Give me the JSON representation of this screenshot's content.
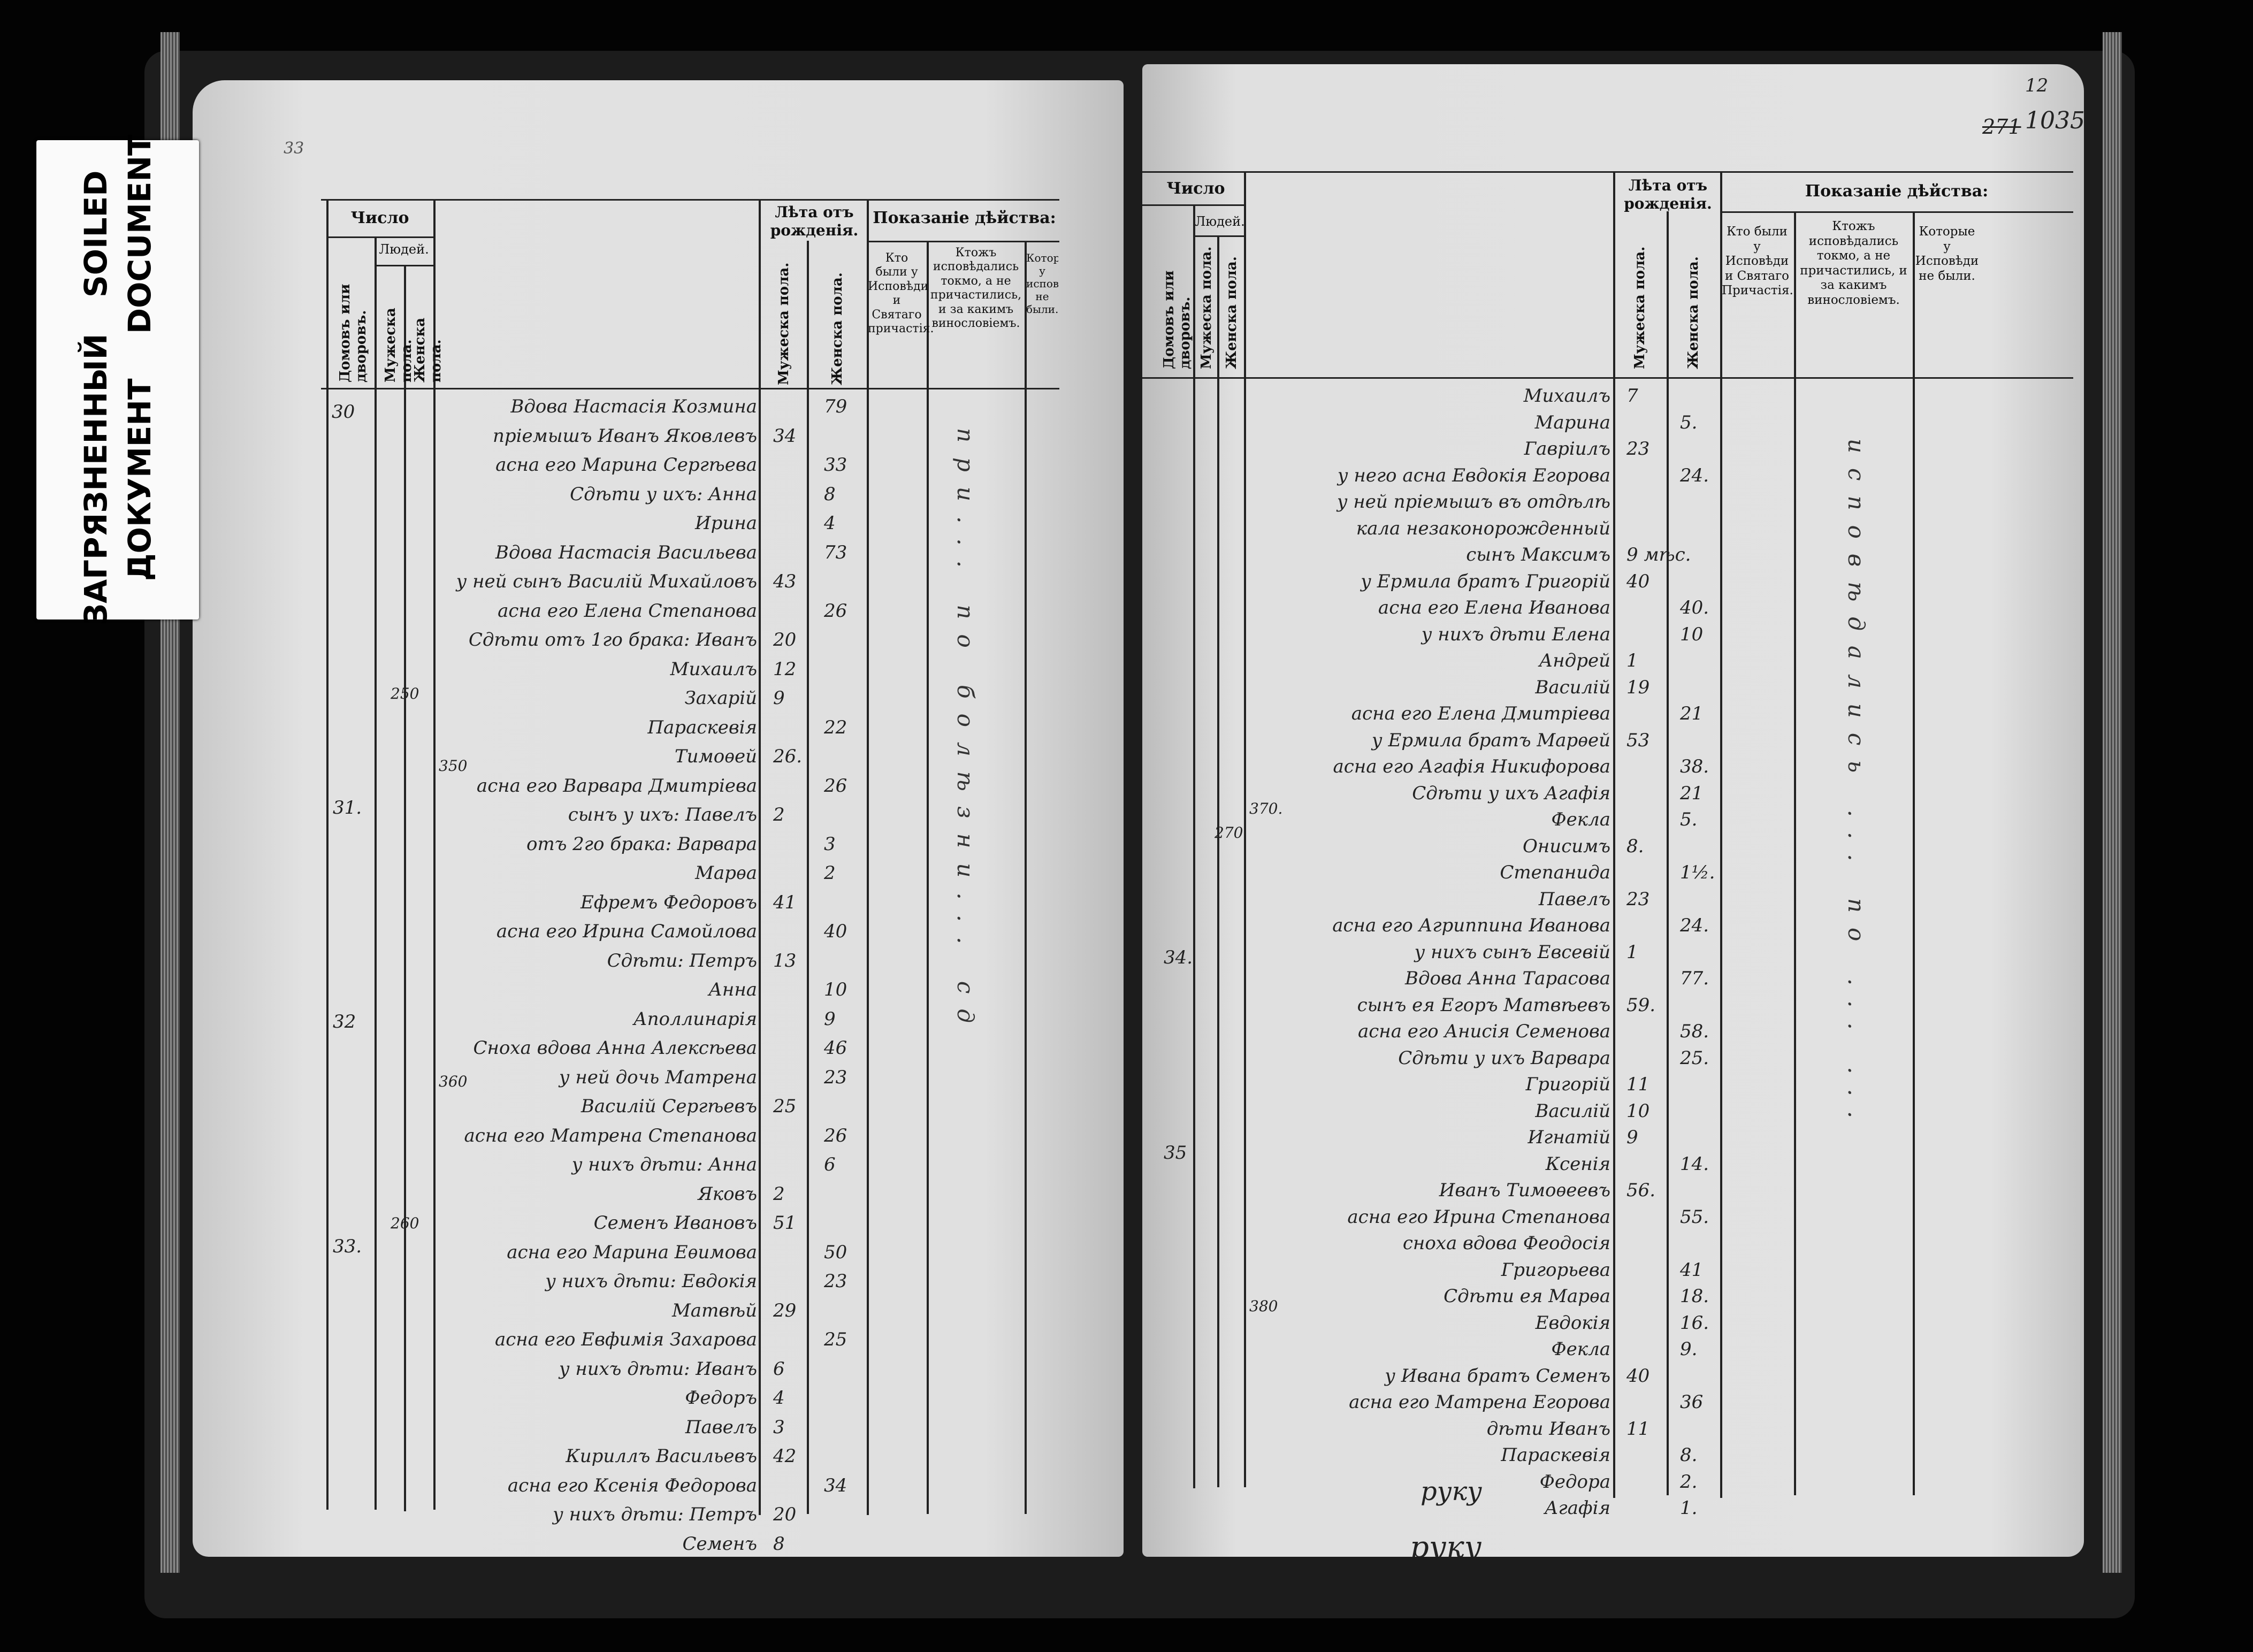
{
  "stamp": {
    "line1": "ЗАГРЯЗНЕННЫЙ ДОКУМЕНТ",
    "line2": "SOILED DOCUMENT"
  },
  "left_page": {
    "corner_mark": "33",
    "hdr_chislo": "Число",
    "hdr_lyudey": "Людей.",
    "hdr_domov": "Домовъ или дворовъ.",
    "hdr_muzh": "Мужеска пола.",
    "hdr_zhen": "Женска пола.",
    "hdr_leta": "Лѣта отъ рожденія.",
    "hdr_pokazanie": "Показаніе дѣйства:",
    "hdr_kto_byli": "Кто были у Исповѣди и Святаго причастія.",
    "hdr_ktozh": "Ктожъ исповѣдались токмо, а не причастились, и за какимъ виносл­овіемъ.",
    "hdr_kotorye": "Которые у исповѣди не были.",
    "side_marks": [
      "30",
      "250",
      "350",
      "31.",
      "32",
      "360",
      "33.",
      "260"
    ],
    "vertical_note": "при... по болѣзни... сд",
    "rows": [
      {
        "name": "Вдова Настасія Козмина",
        "m": "",
        "f": "79"
      },
      {
        "name": "пріемышъ Иванъ Яковлевъ",
        "m": "34",
        "f": ""
      },
      {
        "name": "асна его Марина Сергѣева",
        "m": "",
        "f": "33"
      },
      {
        "name": "Сдѣти у ихъ: Анна",
        "m": "",
        "f": "8"
      },
      {
        "name": "Ирина",
        "m": "",
        "f": "4"
      },
      {
        "name": "Вдова Настасія Васильева",
        "m": "",
        "f": "73"
      },
      {
        "name": "у ней сынъ Василій Михайловъ",
        "m": "43",
        "f": ""
      },
      {
        "name": "асна его Елена Степанова",
        "m": "",
        "f": "26"
      },
      {
        "name": "Сдѣти отъ 1го брака: Иванъ",
        "m": "20",
        "f": ""
      },
      {
        "name": "Михаилъ",
        "m": "12",
        "f": ""
      },
      {
        "name": "Захарій",
        "m": "9",
        "f": ""
      },
      {
        "name": "Параскевія",
        "m": "",
        "f": "22"
      },
      {
        "name": "Тимоѳей",
        "m": "26.",
        "f": ""
      },
      {
        "name": "асна его Варвара Дмитріева",
        "m": "",
        "f": "26"
      },
      {
        "name": "сынъ у ихъ: Павелъ",
        "m": "2",
        "f": ""
      },
      {
        "name": "отъ 2го брака: Варвара",
        "m": "",
        "f": "3"
      },
      {
        "name": "Марѳа",
        "m": "",
        "f": "2"
      },
      {
        "name": "Ефремъ Федоровъ",
        "m": "41",
        "f": ""
      },
      {
        "name": "асна его Ирина Самойлова",
        "m": "",
        "f": "40"
      },
      {
        "name": "Сдѣти: Петръ",
        "m": "13",
        "f": ""
      },
      {
        "name": "Анна",
        "m": "",
        "f": "10"
      },
      {
        "name": "Аполлинарія",
        "m": "",
        "f": "9"
      },
      {
        "name": "Сноха вдова Анна Алексѣева",
        "m": "",
        "f": "46"
      },
      {
        "name": "у ней дочь Матрена",
        "m": "",
        "f": "23"
      },
      {
        "name": "Василій Сергѣевъ",
        "m": "25",
        "f": ""
      },
      {
        "name": "асна его Матрена Степанова",
        "m": "",
        "f": "26"
      },
      {
        "name": "у нихъ дѣти: Анна",
        "m": "",
        "f": "6"
      },
      {
        "name": "Яковъ",
        "m": "2",
        "f": ""
      },
      {
        "name": "Семенъ Ивановъ",
        "m": "51",
        "f": ""
      },
      {
        "name": "асна его Марина Еѳимова",
        "m": "",
        "f": "50"
      },
      {
        "name": "у нихъ дѣти: Евдокія",
        "m": "",
        "f": "23"
      },
      {
        "name": "Матвѣй",
        "m": "29",
        "f": ""
      },
      {
        "name": "асна его Евфимія Захарова",
        "m": "",
        "f": "25"
      },
      {
        "name": "у нихъ дѣти: Иванъ",
        "m": "6",
        "f": ""
      },
      {
        "name": "Федоръ",
        "m": "4",
        "f": ""
      },
      {
        "name": "Павелъ",
        "m": "3",
        "f": ""
      },
      {
        "name": "Кириллъ Васильевъ",
        "m": "42",
        "f": ""
      },
      {
        "name": "асна его Ксенія Федорова",
        "m": "",
        "f": "34"
      },
      {
        "name": "у нихъ дѣти: Петръ",
        "m": "20",
        "f": ""
      },
      {
        "name": "Семенъ",
        "m": "8",
        "f": ""
      }
    ]
  },
  "right_page": {
    "page_number": "1035",
    "folio_old": "12",
    "folio_struck": "271",
    "hdr_chislo": "Число",
    "hdr_lyudey": "Людей.",
    "hdr_domov": "Домовъ или дворовъ.",
    "hdr_muzh": "Мужеска пола.",
    "hdr_zhen": "Женска пола.",
    "hdr_leta": "Лѣта отъ рожденія.",
    "hdr_pokazanie": "Показаніе дѣйства:",
    "hdr_kto_byli": "Кто были у Исповѣди и Святаго Причастія.",
    "hdr_ktozh": "Ктожъ исповѣдались токмо, а не причастились, и за какимъ виносл­овіемъ.",
    "hdr_kotorye": "Которые у Исповѣди не были.",
    "side_marks": [
      "270",
      "370.",
      "34.",
      "35",
      "380"
    ],
    "vertical_note": "исповѣдались ... по ... ...",
    "signature1": "руку",
    "signature2": "руку",
    "rows": [
      {
        "name": "Михаилъ",
        "m": "7",
        "f": ""
      },
      {
        "name": "Марина",
        "m": "",
        "f": "5."
      },
      {
        "name": "Гавріилъ",
        "m": "23",
        "f": ""
      },
      {
        "name": "у него асна Евдокія Егорова",
        "m": "",
        "f": "24."
      },
      {
        "name": "у ней пріемышъ въ отдѣлѣ",
        "m": "",
        "f": ""
      },
      {
        "name": "кала незаконорожденный",
        "m": "",
        "f": ""
      },
      {
        "name": "сынъ Максимъ",
        "m": "9 мѣс.",
        "f": ""
      },
      {
        "name": "у Ермила братъ Григорій",
        "m": "40",
        "f": ""
      },
      {
        "name": "асна его Елена Иванова",
        "m": "",
        "f": "40."
      },
      {
        "name": "у нихъ дѣти Елена",
        "m": "",
        "f": "10"
      },
      {
        "name": "Андрей",
        "m": "1",
        "f": ""
      },
      {
        "name": "Василій",
        "m": "19",
        "f": ""
      },
      {
        "name": "асна его Елена Дмитріева",
        "m": "",
        "f": "21"
      },
      {
        "name": "у Ермила братъ Марѳей",
        "m": "53",
        "f": ""
      },
      {
        "name": "асна его Агафія Никифорова",
        "m": "",
        "f": "38."
      },
      {
        "name": "Сдѣти у ихъ Агафія",
        "m": "",
        "f": "21"
      },
      {
        "name": "Фекла",
        "m": "",
        "f": "5."
      },
      {
        "name": "Онисимъ",
        "m": "8.",
        "f": ""
      },
      {
        "name": "Степанида",
        "m": "",
        "f": "1½."
      },
      {
        "name": "Павелъ",
        "m": "23",
        "f": ""
      },
      {
        "name": "асна его Агриппина Иванова",
        "m": "",
        "f": "24."
      },
      {
        "name": "у нихъ сынъ Евсевій",
        "m": "1",
        "f": ""
      },
      {
        "name": "Вдова Анна Тарасова",
        "m": "",
        "f": "77."
      },
      {
        "name": "сынъ ея Егоръ Матвѣевъ",
        "m": "59.",
        "f": ""
      },
      {
        "name": "асна его Анисія Семенова",
        "m": "",
        "f": "58."
      },
      {
        "name": "Сдѣти у ихъ Варвара",
        "m": "",
        "f": "25."
      },
      {
        "name": "Григорій",
        "m": "11",
        "f": ""
      },
      {
        "name": "Василій",
        "m": "10",
        "f": ""
      },
      {
        "name": "Игнатій",
        "m": "9",
        "f": ""
      },
      {
        "name": "Ксенія",
        "m": "",
        "f": "14."
      },
      {
        "name": "Иванъ Тимоѳеевъ",
        "m": "56.",
        "f": ""
      },
      {
        "name": "асна его Ирина Степанова",
        "m": "",
        "f": "55."
      },
      {
        "name": "сноха вдова Феодосія",
        "m": "",
        "f": ""
      },
      {
        "name": "Григорьева",
        "m": "",
        "f": "41"
      },
      {
        "name": "Сдѣти ея Марѳа",
        "m": "",
        "f": "18."
      },
      {
        "name": "Евдокія",
        "m": "",
        "f": "16."
      },
      {
        "name": "Фекла",
        "m": "",
        "f": "9."
      },
      {
        "name": "у Ивана братъ Семенъ",
        "m": "40",
        "f": ""
      },
      {
        "name": "асна его Матрена Егорова",
        "m": "",
        "f": "36"
      },
      {
        "name": "дѣти Иванъ",
        "m": "11",
        "f": ""
      },
      {
        "name": "Параскевія",
        "m": "",
        "f": "8."
      },
      {
        "name": "Федора",
        "m": "",
        "f": "2."
      },
      {
        "name": "Агафія",
        "m": "",
        "f": "1."
      }
    ]
  }
}
